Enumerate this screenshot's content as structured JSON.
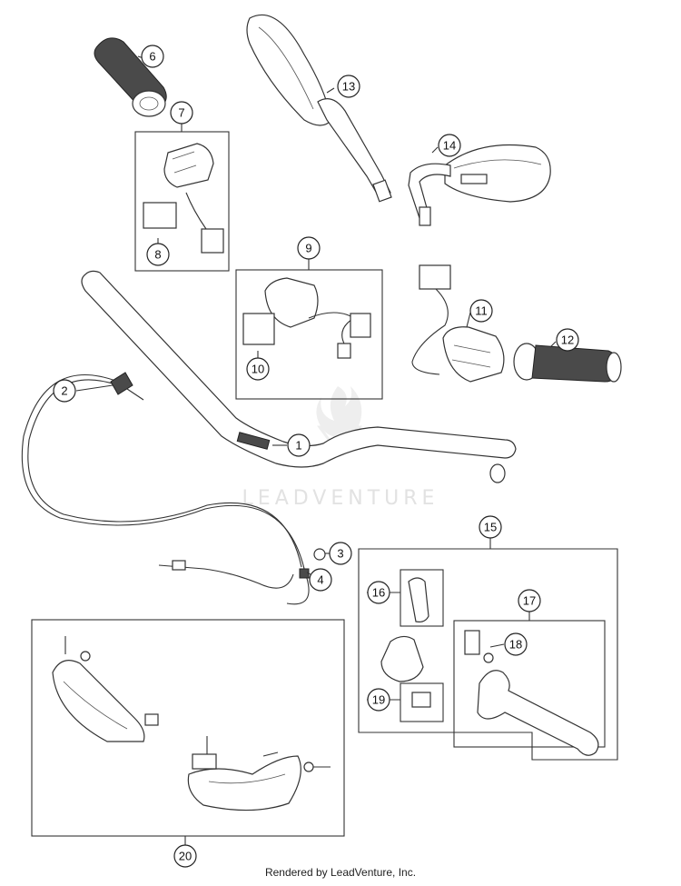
{
  "watermark": {
    "text": "LEADVENTURE"
  },
  "footer": {
    "text": "Rendered by LeadVenture, Inc."
  },
  "callouts": {
    "c1": "1",
    "c2": "2",
    "c3": "3",
    "c4": "4",
    "c5": "6",
    "c6": "7",
    "c7": "8",
    "c8": "9",
    "c9": "10",
    "c10": "11",
    "c11": "12",
    "c12": "13",
    "c13": "14",
    "c14": "15",
    "c15": "16",
    "c16": "17",
    "c17": "18",
    "c18": "19",
    "c19": "20"
  }
}
